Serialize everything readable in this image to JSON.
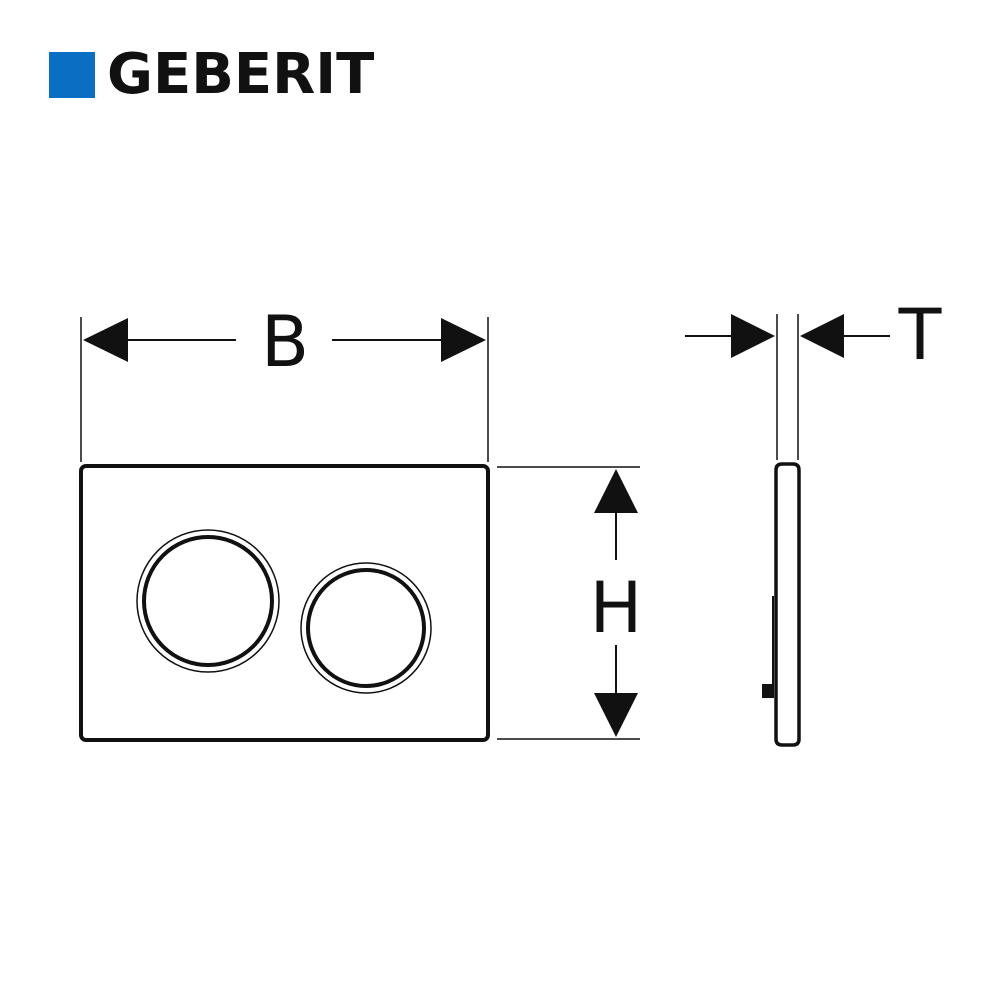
{
  "brand": {
    "name": "GEBERIT",
    "square_color": "#0a6fc2",
    "text_color": "#111111"
  },
  "dimensions": {
    "width_label": "B",
    "height_label": "H",
    "thickness_label": "T"
  },
  "drawing": {
    "subject": "flush-plate",
    "line_color": "#111111"
  }
}
